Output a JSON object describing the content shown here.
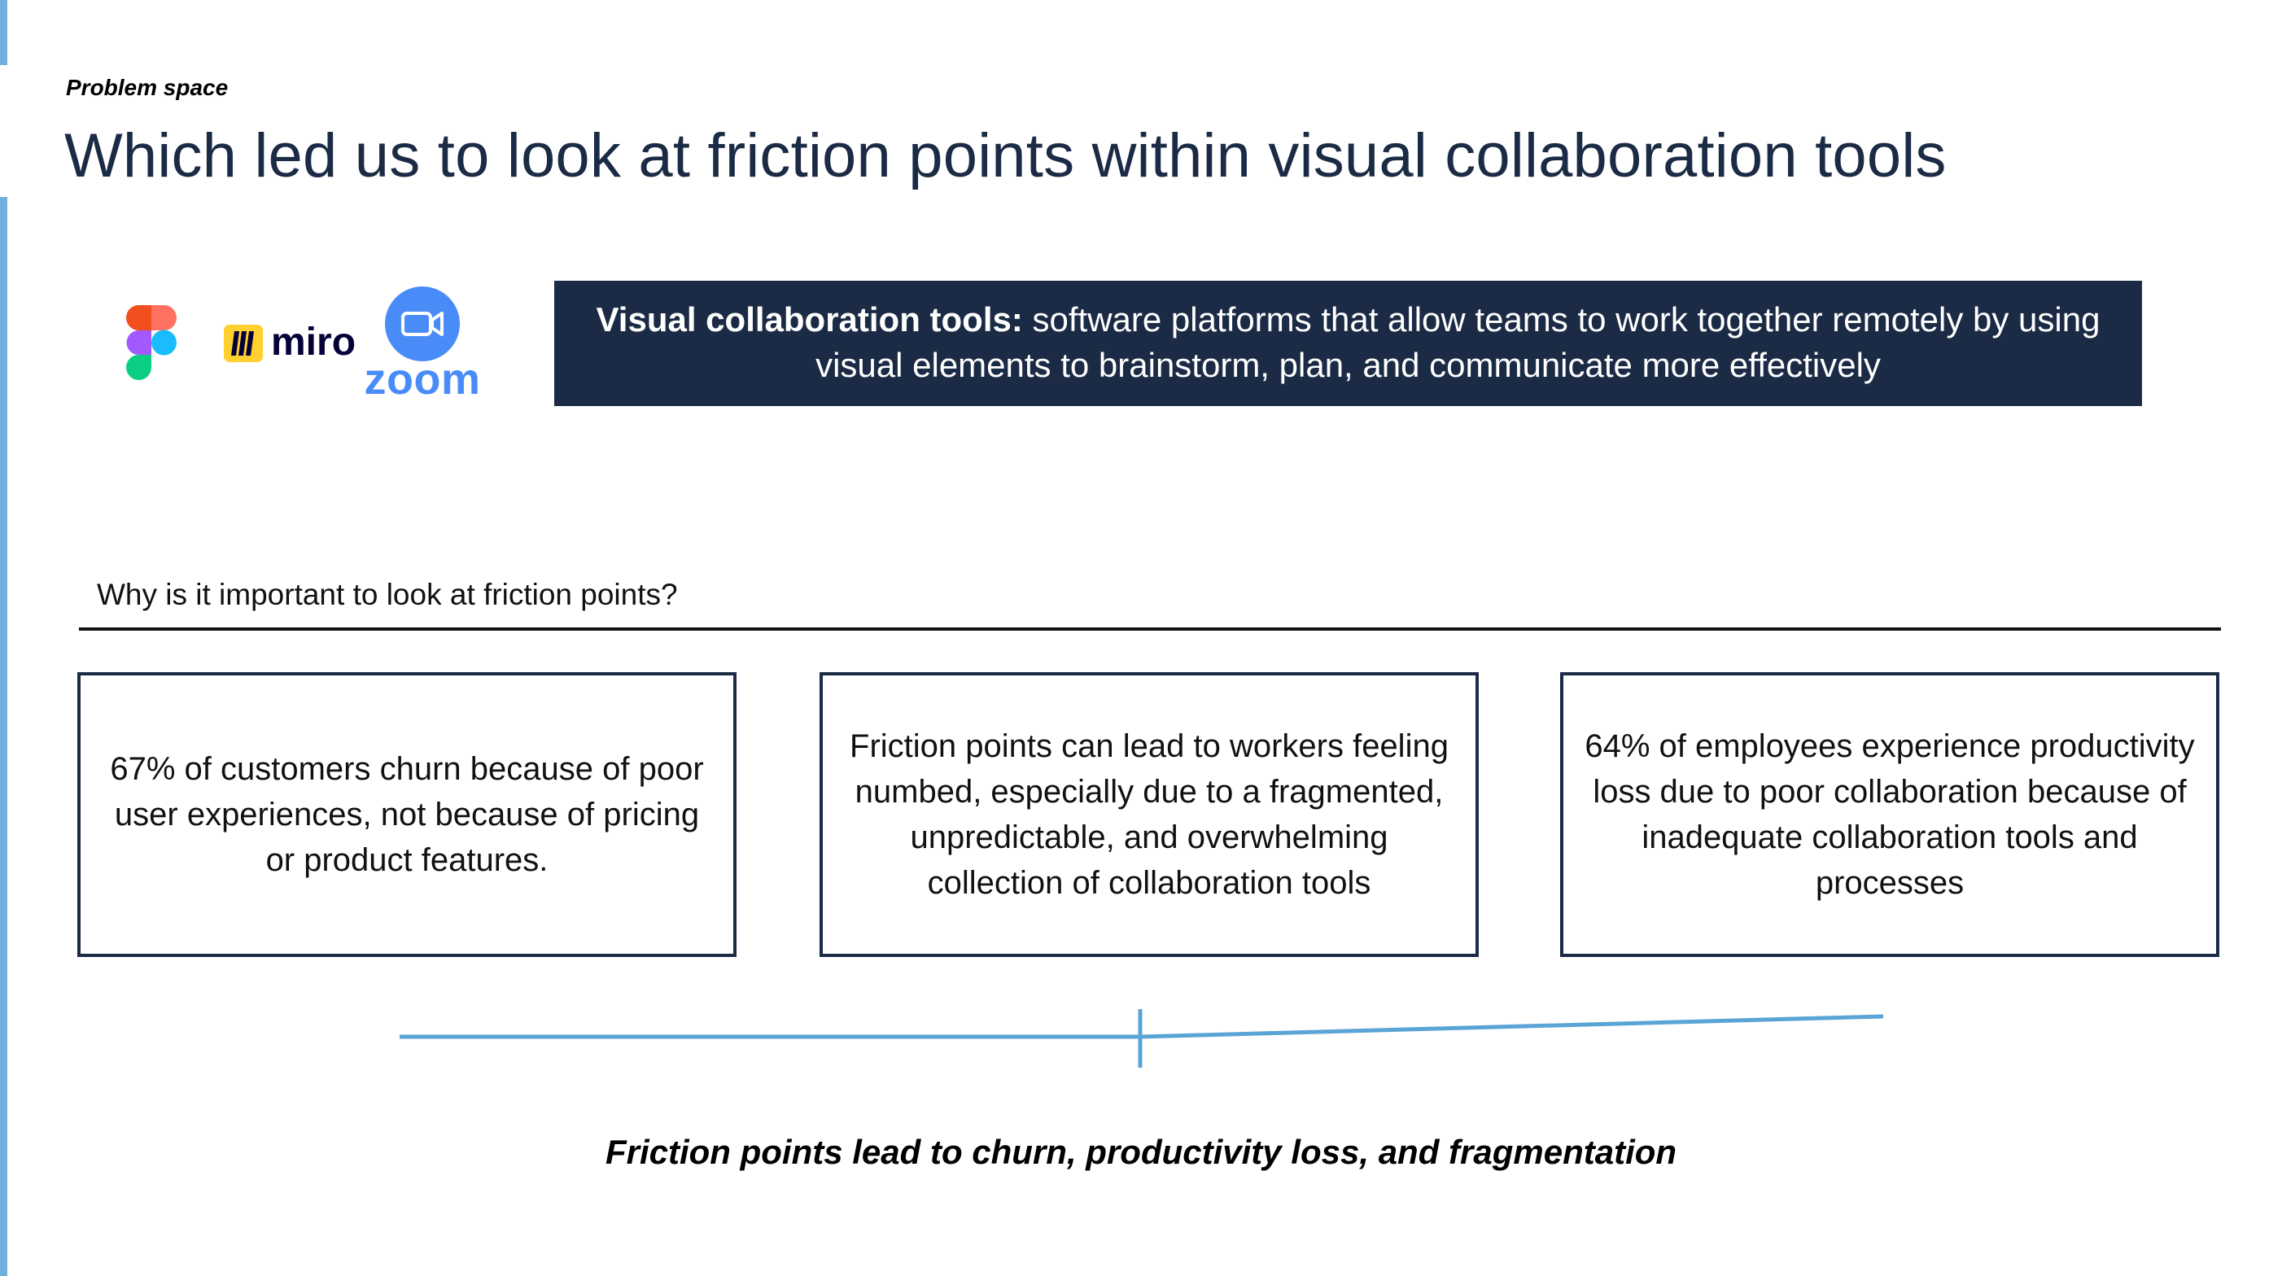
{
  "eyebrow": "Problem space",
  "title": "Which led us to look at friction points within visual collaboration tools",
  "logos": {
    "figma": {
      "icon": "figma-logo-icon"
    },
    "miro": {
      "icon": "miro-logo-icon",
      "text": "miro"
    },
    "zoom": {
      "icon": "zoom-logo-icon",
      "text": "zoom"
    }
  },
  "definition": {
    "term": "Visual collaboration tools:",
    "text": " software platforms that allow teams to work together remotely by using visual elements to brainstorm, plan, and communicate more effectively"
  },
  "question": "Why is it important to look at friction points?",
  "cards": [
    {
      "text": "67% of customers churn because of poor user experiences, not because of pricing or product features."
    },
    {
      "text": "Friction points can lead to workers feeling numbed, especially due to a fragmented, unpredictable, and overwhelming collection of collaboration tools"
    },
    {
      "text": "64% of employees experience productivity loss due to poor collaboration because of inadequate collaboration tools and processes"
    }
  ],
  "conclusion": "Friction points lead to churn, productivity loss, and fragmentation",
  "colors": {
    "navy": "#1c2b45",
    "accent_blue": "#6fb0de",
    "zoom_blue": "#4a8cf7",
    "miro_yellow": "#ffd02f"
  }
}
